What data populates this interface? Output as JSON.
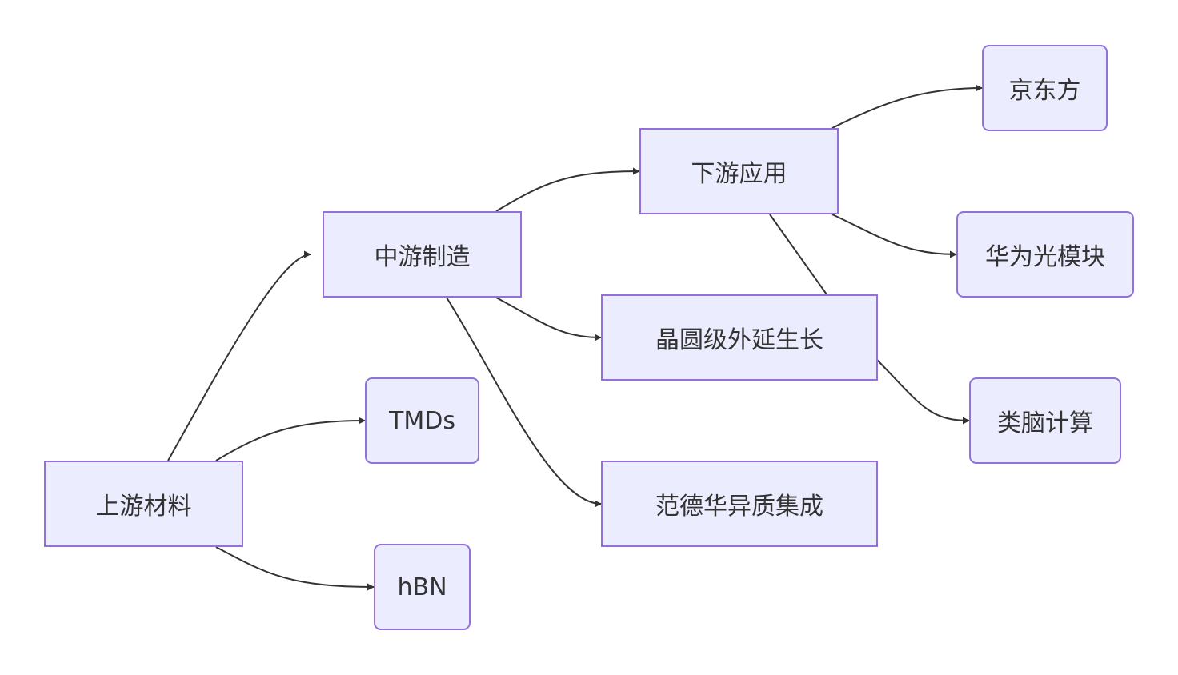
{
  "colors": {
    "node_fill": "#ECECFF",
    "node_border": "#9370DB",
    "edge": "#333333",
    "text": "#333333"
  },
  "nodes": {
    "upstream": "上游材料",
    "midstream": "中游制造",
    "downstream": "下游应用",
    "tmds": "TMDs",
    "hbn": "hBN",
    "wafer": "晶圆级外延生长",
    "vdw": "范德华异质集成",
    "boe": "京东方",
    "huawei": "华为光模块",
    "neuro": "类脑计算"
  },
  "edges": [
    {
      "from": "upstream",
      "to": "midstream",
      "arrow": true
    },
    {
      "from": "upstream",
      "to": "tmds",
      "arrow": true
    },
    {
      "from": "upstream",
      "to": "hbn",
      "arrow": true
    },
    {
      "from": "midstream",
      "to": "downstream",
      "arrow": true
    },
    {
      "from": "midstream",
      "to": "wafer",
      "arrow": true
    },
    {
      "from": "midstream",
      "to": "vdw",
      "arrow": true
    },
    {
      "from": "downstream",
      "to": "boe",
      "arrow": true
    },
    {
      "from": "downstream",
      "to": "huawei",
      "arrow": true
    },
    {
      "from": "downstream",
      "to": "wafer",
      "arrow": false
    },
    {
      "from": "wafer",
      "to": "neuro",
      "arrow": true
    }
  ]
}
